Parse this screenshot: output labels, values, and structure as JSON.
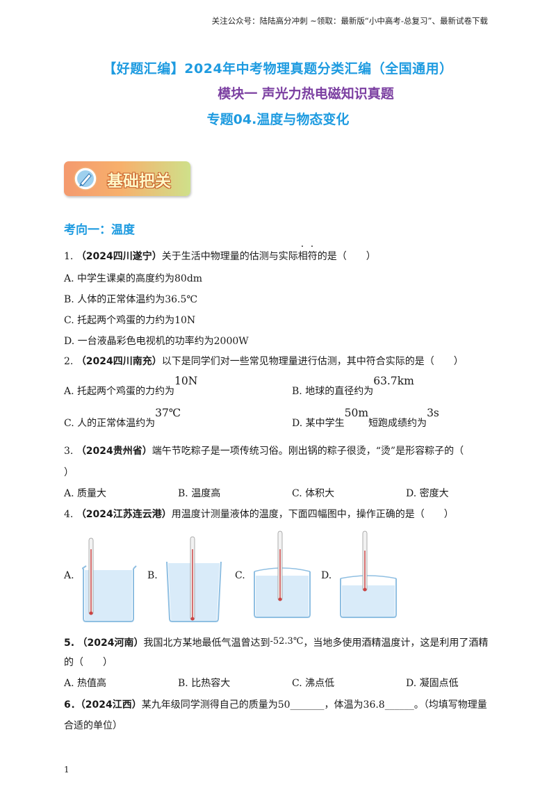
{
  "header_note": "关注公众号：陆陆高分冲刺 ~领取：最新版“小中高考-总复习”、最新试卷下载",
  "title1": "【好题汇编】2024年中考物理真题分类汇编（全国通用）",
  "title2": "模块一 声光力热电磁知识真题",
  "title3": "专题04.温度与物态变化",
  "badge": "基础把关",
  "section": "考向一：温度",
  "q1": {
    "num": "1.",
    "src": "（2024四川遂宁）",
    "stem_a": "关于生活中物理量的估测与实际",
    "stem_emph1": "相",
    "stem_emph2": "符",
    "stem_b": "的是（　　）",
    "A": "A. 中学生课桌的高度约为80dm",
    "B": "B. 人体的正常体温约为36.5℃",
    "C": "C. 托起两个鸡蛋的力约为10N",
    "D": "D. 一台液晶彩色电视机的功率约为2000W"
  },
  "q2": {
    "num": "2.",
    "src": "（2024四川南充）",
    "stem": "以下是同学们对一些常见物理量进行估测，其中符合实际的是（　　）",
    "A_text": "A. 托起两个鸡蛋的力约为",
    "A_val": "10N",
    "B_text": "B. 地球的直径约为",
    "B_val": "63.7km",
    "C_text": "C. 人的正常体温约为",
    "C_val": "37℃",
    "D_text1": "D. 某中学生",
    "D_val1": "50m",
    "D_text2": "短跑成绩约为",
    "D_val2": "3s"
  },
  "q3": {
    "num": "3.",
    "src": "（2024贵州省）",
    "stem": "端午节吃粽子是一项传统习俗。刚出锅的粽子很烫，“烫”是形容粽子的（",
    "stem_end": "）",
    "A": "A. 质量大",
    "B": "B. 温度高",
    "C": "C. 体积大",
    "D": "D. 密度大"
  },
  "q4": {
    "num": "4.",
    "src": "（2024江苏连云港）",
    "stem": "用温度计测量液体的温度，下面四幅图中，操作正确的是（　　）",
    "A": "A.",
    "B": "B.",
    "C": "C.",
    "D": "D."
  },
  "q5": {
    "num": "5.",
    "src": "（2024河南）",
    "stem": "我国北方某地最低气温曾达到",
    "val": "-52.3℃",
    "stem2": "，当地多使用酒精温度计，这是利用了酒精",
    "stem3": "的（　　）",
    "A": "A. 热值高",
    "B": "B. 比热容大",
    "C": "C. 沸点低",
    "D": "D. 凝固点低"
  },
  "q6": {
    "num": "6．",
    "src": "（2024江西）",
    "stem": "某九年级同学测得自己的质量为50_______，体温为36.8______。（均填写物理量",
    "stem2": "合适的单位）"
  },
  "page_number": "1"
}
